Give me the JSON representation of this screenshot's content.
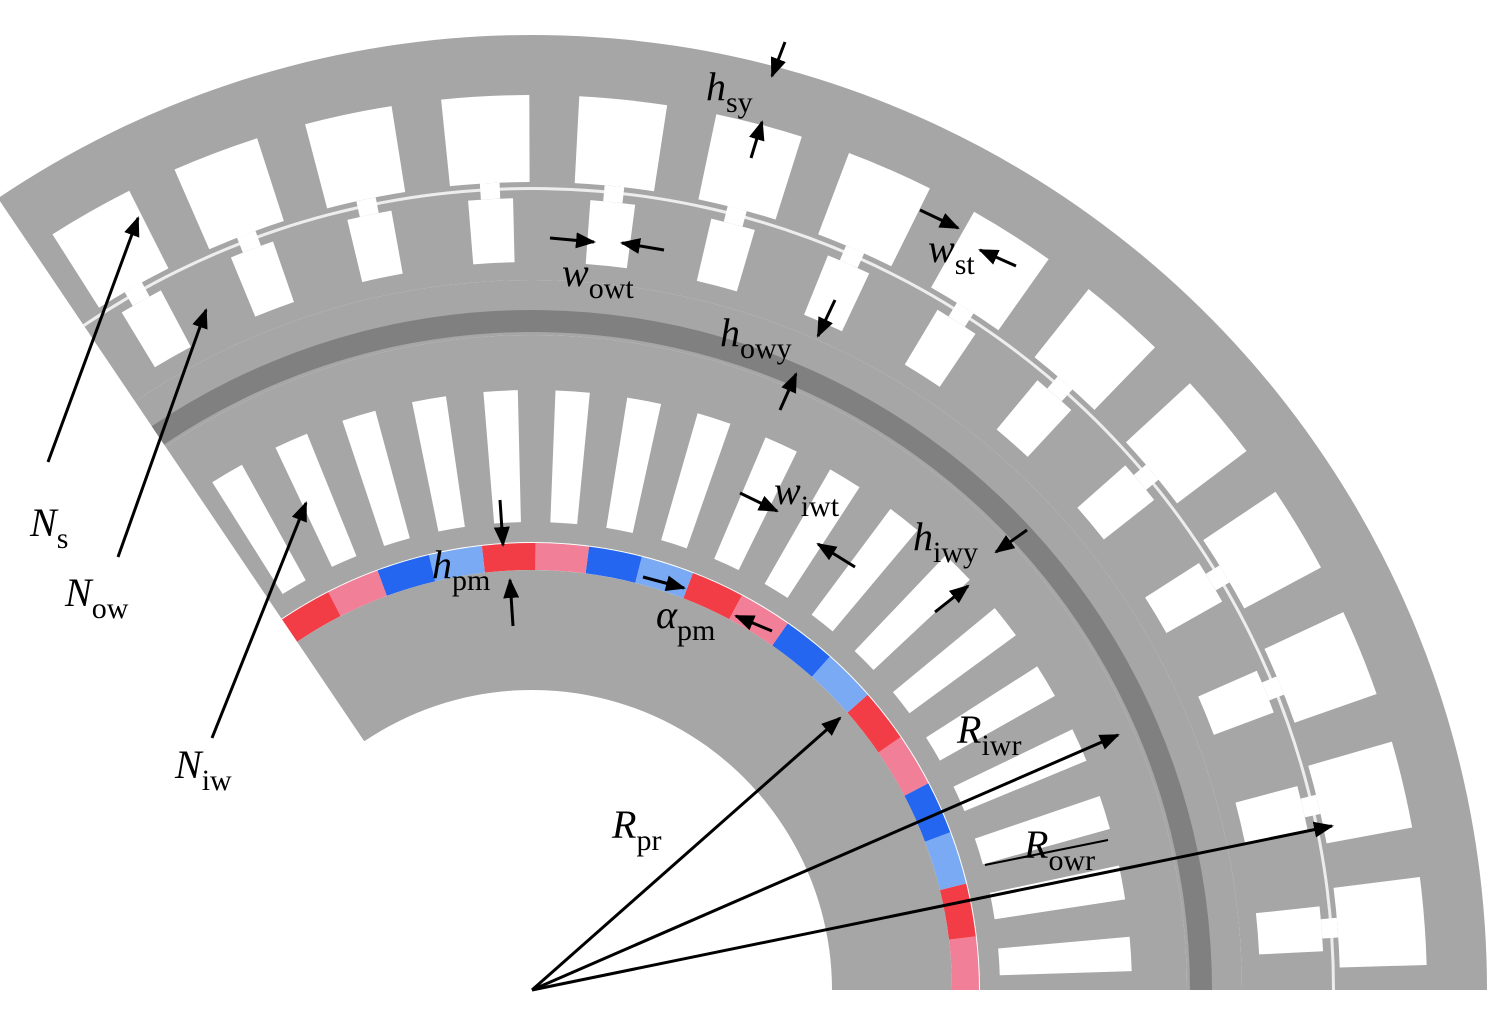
{
  "colors": {
    "steel": "#a6a6a6",
    "dark_steel": "#808080",
    "pm_pink": "#f07f97",
    "pm_red": "#f23d47",
    "pm_light_blue": "#7aaaf4",
    "pm_blue": "#2466f0",
    "arrow": "#000000",
    "background": "#ffffff"
  },
  "labels": [
    {
      "id": "hsy",
      "main": "h",
      "sub": "sy"
    },
    {
      "id": "wowt",
      "main": "w",
      "sub": "owt"
    },
    {
      "id": "wst",
      "main": "w",
      "sub": "st"
    },
    {
      "id": "howy",
      "main": "h",
      "sub": "owy"
    },
    {
      "id": "wiwt",
      "main": "w",
      "sub": "iwt"
    },
    {
      "id": "hiwy",
      "main": "h",
      "sub": "iwy"
    },
    {
      "id": "hpm",
      "main": "h",
      "sub": "pm"
    },
    {
      "id": "alphapm",
      "main": "α",
      "sub": "pm"
    },
    {
      "id": "Rpr",
      "main": "R",
      "sub": "pr"
    },
    {
      "id": "Riwr",
      "main": "R",
      "sub": "iwr"
    },
    {
      "id": "Rowr",
      "main": "R",
      "sub": "owr"
    },
    {
      "id": "Ns",
      "main": "N",
      "sub": "s"
    },
    {
      "id": "Now",
      "main": "N",
      "sub": "ow"
    },
    {
      "id": "Niw",
      "main": "N",
      "sub": "iw"
    }
  ]
}
